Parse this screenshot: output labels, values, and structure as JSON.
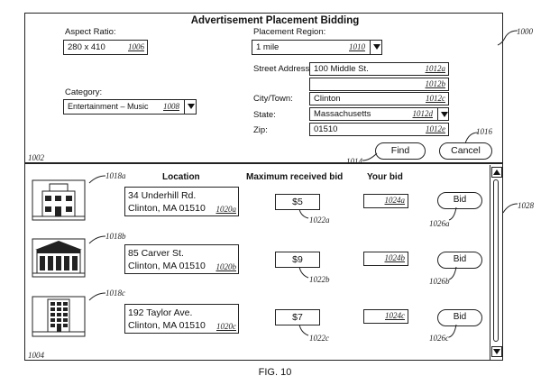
{
  "window": {
    "title": "Advertisement Placement Bidding",
    "ref": "1000",
    "top_ref": "1002",
    "bottom_ref": "1004"
  },
  "form": {
    "aspect_label": "Aspect Ratio:",
    "aspect_value": "280 x 410",
    "aspect_ref": "1006",
    "category_label": "Category:",
    "category_value": "Entertainment – Music",
    "category_ref": "1008",
    "region_label": "Placement Region:",
    "region_value": "1 mile",
    "region_ref": "1010",
    "street_label": "Street Address:",
    "street_value": "100 Middle St.",
    "street_ref_a": "1012a",
    "street_ref_b": "1012b",
    "city_label": "City/Town:",
    "city_value": "Clinton",
    "city_ref": "1012c",
    "state_label": "State:",
    "state_value": "Massachusetts",
    "state_ref": "1012d",
    "zip_label": "Zip:",
    "zip_value": "01510",
    "zip_ref": "1012e",
    "find_label": "Find",
    "find_ref": "1014",
    "cancel_label": "Cancel",
    "cancel_ref": "1016"
  },
  "results": {
    "col_location": "Location",
    "col_max_bid": "Maximum received bid",
    "col_your_bid": "Your bid",
    "scroll_ref": "1028",
    "rows": [
      {
        "image_ref": "1018a",
        "address1": "34 Underhill Rd.",
        "address2": "Clinton, MA 01510",
        "address_ref": "1020a",
        "max_bid": "$5",
        "max_bid_ref": "1022a",
        "your_bid_ref": "1024a",
        "bid_label": "Bid",
        "bid_ref": "1026a"
      },
      {
        "image_ref": "1018b",
        "address1": "85 Carver St.",
        "address2": "Clinton, MA 01510",
        "address_ref": "1020b",
        "max_bid": "$9",
        "max_bid_ref": "1022b",
        "your_bid_ref": "1024b",
        "bid_label": "Bid",
        "bid_ref": "1026b"
      },
      {
        "image_ref": "1018c",
        "address1": "192 Taylor Ave.",
        "address2": "Clinton, MA 01510",
        "address_ref": "1020c",
        "max_bid": "$7",
        "max_bid_ref": "1022c",
        "your_bid_ref": "1024c",
        "bid_label": "Bid",
        "bid_ref": "1026c"
      }
    ]
  },
  "caption": "FIG. 10"
}
